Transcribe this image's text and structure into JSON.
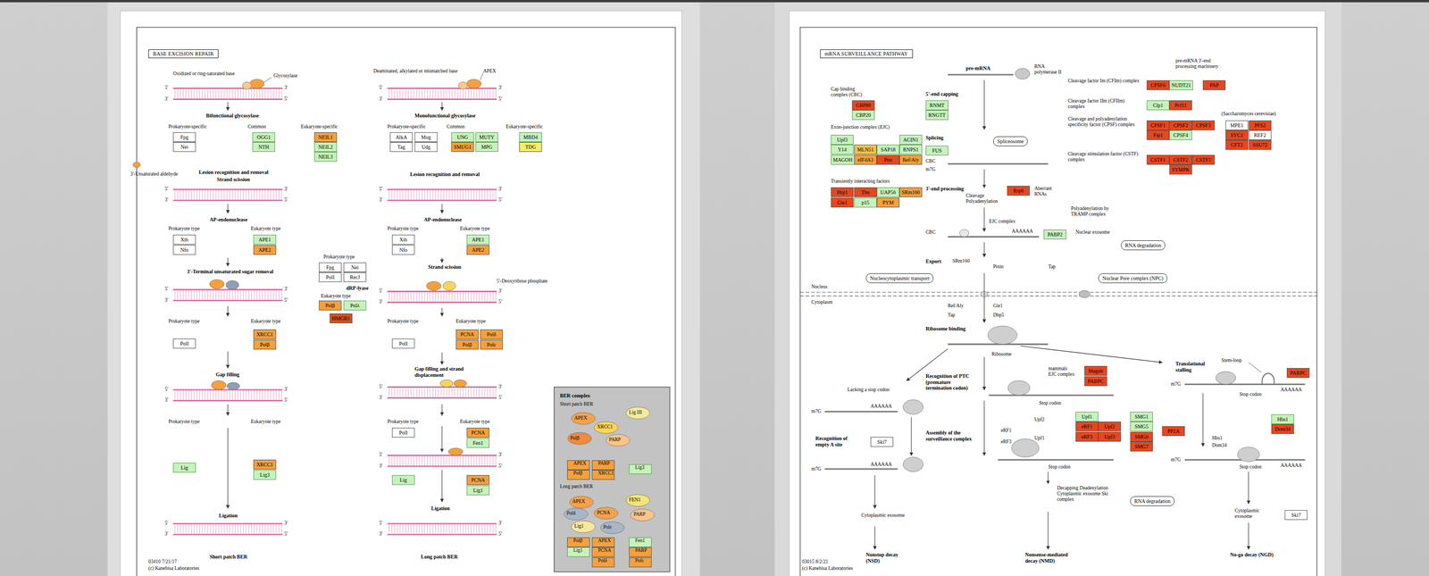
{
  "diagram": {
    "nodes": [
      {
        "text": [
          "BASE EXCISION REPAIR"
        ]
      },
      {
        "text": [
          "Fpg"
        ]
      },
      {
        "text": [
          "Nei"
        ]
      },
      {
        "text": [
          "OGG1"
        ]
      },
      {
        "text": [
          "NTH"
        ]
      },
      {
        "text": [
          "NEIL1"
        ]
      },
      {
        "text": [
          "NEIL2"
        ]
      },
      {
        "text": [
          "NEIL3"
        ]
      },
      {
        "text": [
          "Xth"
        ]
      },
      {
        "text": [
          "Nfo"
        ]
      },
      {
        "text": [
          "APE1"
        ]
      },
      {
        "text": [
          "APE2"
        ]
      },
      {
        "text": [
          "Fpg"
        ]
      },
      {
        "text": [
          "Nei"
        ]
      },
      {
        "text": [
          "PolI"
        ]
      },
      {
        "text": [
          "RecJ"
        ]
      },
      {
        "text": [
          "Polβ"
        ]
      },
      {
        "text": [
          "Polλ"
        ]
      },
      {
        "text": [
          "HMGB1"
        ]
      },
      {
        "text": [
          "PolI"
        ]
      },
      {
        "text": [
          "XRCC1"
        ]
      },
      {
        "text": [
          "Polβ"
        ]
      },
      {
        "text": [
          "Lig"
        ]
      },
      {
        "text": [
          "XRCC1"
        ]
      },
      {
        "text": [
          "Lig3"
        ]
      },
      {
        "text": [
          "AlkA"
        ]
      },
      {
        "text": [
          "Tag"
        ]
      },
      {
        "text": [
          "Mug"
        ]
      },
      {
        "text": [
          "Udg"
        ]
      },
      {
        "text": [
          "UNG"
        ]
      },
      {
        "text": [
          "SMUG1"
        ]
      },
      {
        "text": [
          "MUTY"
        ]
      },
      {
        "text": [
          "MPG"
        ]
      },
      {
        "text": [
          "MBD4"
        ]
      },
      {
        "text": [
          "TDG"
        ]
      },
      {
        "text": [
          "Xth"
        ]
      },
      {
        "text": [
          "Nfo"
        ]
      },
      {
        "text": [
          "APE1"
        ]
      },
      {
        "text": [
          "APE2"
        ]
      },
      {
        "text": [
          "PolI"
        ]
      },
      {
        "text": [
          "PCNA"
        ]
      },
      {
        "text": [
          "Polδ"
        ]
      },
      {
        "text": [
          "Polβ"
        ]
      },
      {
        "text": [
          "Polε"
        ]
      },
      {
        "text": [
          "PolI"
        ]
      },
      {
        "text": [
          "PCNA"
        ]
      },
      {
        "text": [
          "Fen1"
        ]
      },
      {
        "text": [
          "Lig"
        ]
      },
      {
        "text": [
          "PCNA"
        ]
      },
      {
        "text": [
          "Lig1"
        ]
      },
      {
        "text": [
          "BER complex",
          "Short patch BER",
          "Long patch BER"
        ]
      },
      {
        "text": [
          "APEX"
        ],
        "in": 50
      },
      {
        "text": [
          "PARP"
        ],
        "in": 50
      },
      {
        "text": [
          "Polβ"
        ],
        "in": 50
      },
      {
        "text": [
          "XRCC1"
        ],
        "in": 50
      },
      {
        "text": [
          "Lig3"
        ],
        "in": 50
      },
      {
        "text": [
          "Polβ"
        ],
        "in": 50
      },
      {
        "text": [
          "APEX"
        ],
        "in": 50
      },
      {
        "text": [
          "Fen1"
        ],
        "in": 50
      },
      {
        "text": [
          "Lig1"
        ],
        "in": 50
      },
      {
        "text": [
          "PCNA"
        ],
        "in": 50
      },
      {
        "text": [
          "PARP"
        ],
        "in": 50
      },
      {
        "text": [
          "Polδ"
        ],
        "in": 50
      },
      {
        "text": [
          "Polε"
        ],
        "in": 50
      },
      {
        "text": [
          "mRNA SURVEILLANCE PATHWAY"
        ]
      },
      {
        "text": [
          "CBP80"
        ]
      },
      {
        "text": [
          "CBP20"
        ]
      },
      {
        "text": [
          "RNMT"
        ]
      },
      {
        "text": [
          "RNGTT"
        ]
      },
      {
        "text": [
          "CPSF6"
        ]
      },
      {
        "text": [
          "NUDT21"
        ]
      },
      {
        "text": [
          "PAP"
        ]
      },
      {
        "text": [
          "Clp1"
        ]
      },
      {
        "text": [
          "Pcf11"
        ]
      },
      {
        "text": [
          "CPSF1"
        ]
      },
      {
        "text": [
          "CPSF2"
        ]
      },
      {
        "text": [
          "CPSF3"
        ]
      },
      {
        "text": [
          "MPE1"
        ]
      },
      {
        "text": [
          "PFS2"
        ]
      },
      {
        "text": [
          "Fip1"
        ]
      },
      {
        "text": [
          "CPSF4"
        ]
      },
      {
        "text": [
          "SYC1"
        ]
      },
      {
        "text": [
          "REF2"
        ]
      },
      {
        "text": [
          "CFT2"
        ]
      },
      {
        "text": [
          "SSU72"
        ]
      },
      {
        "text": [
          "Upf3"
        ]
      },
      {
        "text": [
          "ACIN1"
        ]
      },
      {
        "text": [
          "Y14"
        ]
      },
      {
        "text": [
          "MLN51"
        ]
      },
      {
        "text": [
          "SAP18"
        ]
      },
      {
        "text": [
          "RNPS1"
        ]
      },
      {
        "text": [
          "MAGOH"
        ]
      },
      {
        "text": [
          "eIF4A3"
        ]
      },
      {
        "text": [
          "Pnn"
        ]
      },
      {
        "text": [
          "Ref/Aly"
        ]
      },
      {
        "text": [
          "Spliceosome"
        ]
      },
      {
        "text": [
          "FUS"
        ]
      },
      {
        "text": [
          "CSTF1"
        ]
      },
      {
        "text": [
          "CSTF2"
        ]
      },
      {
        "text": [
          "CSTF3"
        ]
      },
      {
        "text": [
          "SYMPK"
        ]
      },
      {
        "text": [
          "Hrp1"
        ]
      },
      {
        "text": [
          "Tho"
        ]
      },
      {
        "text": [
          "UAP56"
        ]
      },
      {
        "text": [
          "SRm160"
        ]
      },
      {
        "text": [
          "Gle1"
        ]
      },
      {
        "text": [
          "p15"
        ]
      },
      {
        "text": [
          "PYM"
        ]
      },
      {
        "text": [
          "Rrp6"
        ]
      },
      {
        "text": [
          "PABP2"
        ]
      },
      {
        "text": [
          "RNA degradation"
        ]
      },
      {
        "text": [
          "Nucleocytoplasmic transport"
        ]
      },
      {
        "text": [
          "Nuclear Pore complex (NPC)"
        ]
      },
      {
        "text": [
          "Magoh"
        ]
      },
      {
        "text": [
          "PABPC"
        ]
      },
      {
        "text": [
          "PABPC"
        ]
      },
      {
        "text": [
          "Upf1"
        ]
      },
      {
        "text": [
          "Hbs1"
        ]
      },
      {
        "text": [
          "Dom34"
        ]
      },
      {
        "text": [
          "eRF1"
        ]
      },
      {
        "text": [
          "Upf2"
        ]
      },
      {
        "text": [
          "SMG1"
        ]
      },
      {
        "text": [
          "SMG5"
        ]
      },
      {
        "text": [
          "eRF3"
        ]
      },
      {
        "text": [
          "Upf3"
        ]
      },
      {
        "text": [
          "SMG6"
        ]
      },
      {
        "text": [
          "PP2A"
        ]
      },
      {
        "text": [
          "Ski7"
        ]
      },
      {
        "text": [
          "SMG7"
        ]
      },
      {
        "text": [
          "RNA degradation"
        ]
      },
      {
        "text": [
          "Ski7"
        ]
      }
    ],
    "labels": [
      "Oxidized or ring-saturated base",
      "Glycosylase",
      "Bifunctional glycosylase",
      "Prokaryote-specific",
      "Common",
      "Eukaryote-specific",
      "Lesion recognition and removal",
      "Strand scission",
      "3'-Unsaturated aldehyde",
      "AP-endonuclease",
      "Prokaryote type",
      "Eukaryote type",
      "3'-Terminal unsaturated sugar removal",
      "Prokaryote type",
      "dRP-lyase",
      "Eukaryote type",
      "Prokaryote type",
      "Eukaryote type",
      "Gap filling",
      "Prokaryote type",
      "Eukaryote type",
      "Ligation",
      "Short patch BER",
      "Deaminated, alkylated or mismatched base",
      "APEX",
      "Monofunctional glycosylase",
      "Prokaryote-specific",
      "Common",
      "Eukaryote-specific",
      "Lesion recognition and removal",
      "AP-endonuclease",
      "Prokaryote type",
      "Eukaryote type",
      "Strand scission",
      "5'-Deoxyribose phosphate",
      "Prokaryote type",
      "Eukaryote type",
      "Gap filling and strand displacement",
      "Prokaryote type",
      "Eukaryote type",
      "Ligation",
      "Long patch BER",
      "03410 7/21/17",
      "(c) Kanehisa Laboratories",
      "APEX",
      "Lig III",
      "XRCC1",
      "Polβ",
      "PARP",
      "APEX",
      "FEN1",
      "Polδ",
      "PCNA",
      "PARP",
      "Lig1",
      "Polε",
      "pre-mRNA",
      "RNA polymerase II",
      "pre-mRNA 3'-end processing machinery",
      "Cap binding complex (CBC)",
      "5'-end capping",
      "Cleavage factor Im (CFIm) complex",
      "Cleavage factor IIm (CFIIm) complex",
      "(Saccharomyces cerevisiae)",
      "Cleavage and polyadenylation specificity factor (CPSF) complex",
      "Exon-junction complex (EJC)",
      "Splicing",
      "Cleavage stimulation factor (CSTF) complex",
      "CBC",
      "m7G",
      "Transiently interacting factors",
      "3'-end processing",
      "Cleavage Polyadenylation",
      "Aberrant RNAs",
      "Polyadenylation by TRAMP complex",
      "EJC complex",
      "CBC",
      "AAAAAA",
      "Nuclear exosome",
      "Export",
      "SRm160",
      "Pinin",
      "Tap",
      "Nucleus",
      "Cytoplasm",
      "Ref/Aly",
      "Gle1",
      "Tap",
      "Dbp5",
      "Ribosome binding",
      "Ribosome",
      "Translational stalling",
      "Stem-loop",
      "mammals EJC complex",
      "Recognition of PTC (premature termination codon)",
      "m7G",
      "Lacking a stop codon",
      "Stop codon",
      "AAAAAA",
      "Stop codon",
      "m7G",
      "AAAAAA",
      "Upf2",
      "Hbs1",
      "Dom34",
      "eRF1",
      "Upf1",
      "Recognition of empty A site",
      "Assembly of the surveillance complex",
      "eRF3",
      "m7G",
      "m7G",
      "AAAAAA",
      "Stop codon",
      "Stop codon",
      "AAAAAA",
      "Decapping Deadenylation Cytoplasmic exosome Ski complex",
      "Cytoplasmic exosome",
      "Cytoplasmic exosome",
      "Nonstop decay (NSD)",
      "Nonsense-mediated decay (NMD)",
      "No-go decay (NGD)",
      "03015 8/2/21",
      "(c) Kanehisa Laboratories",
      "5'",
      "3'",
      "3'",
      "5'",
      "5'",
      "3'",
      "3'",
      "5'",
      "5'",
      "3'",
      "3'",
      "5'",
      "5'",
      "3'",
      "3'",
      "5'",
      "5'",
      "3'",
      "3'",
      "5'",
      "5'",
      "3'",
      "3'",
      "5'",
      "5'",
      "3'",
      "3'",
      "5'",
      "5'",
      "3'",
      "3'",
      "5'",
      "5'",
      "3'",
      "3'",
      "5'",
      "5'",
      "3'",
      "3'",
      "5'",
      "5'",
      "3'",
      "3'",
      "5'"
    ]
  }
}
